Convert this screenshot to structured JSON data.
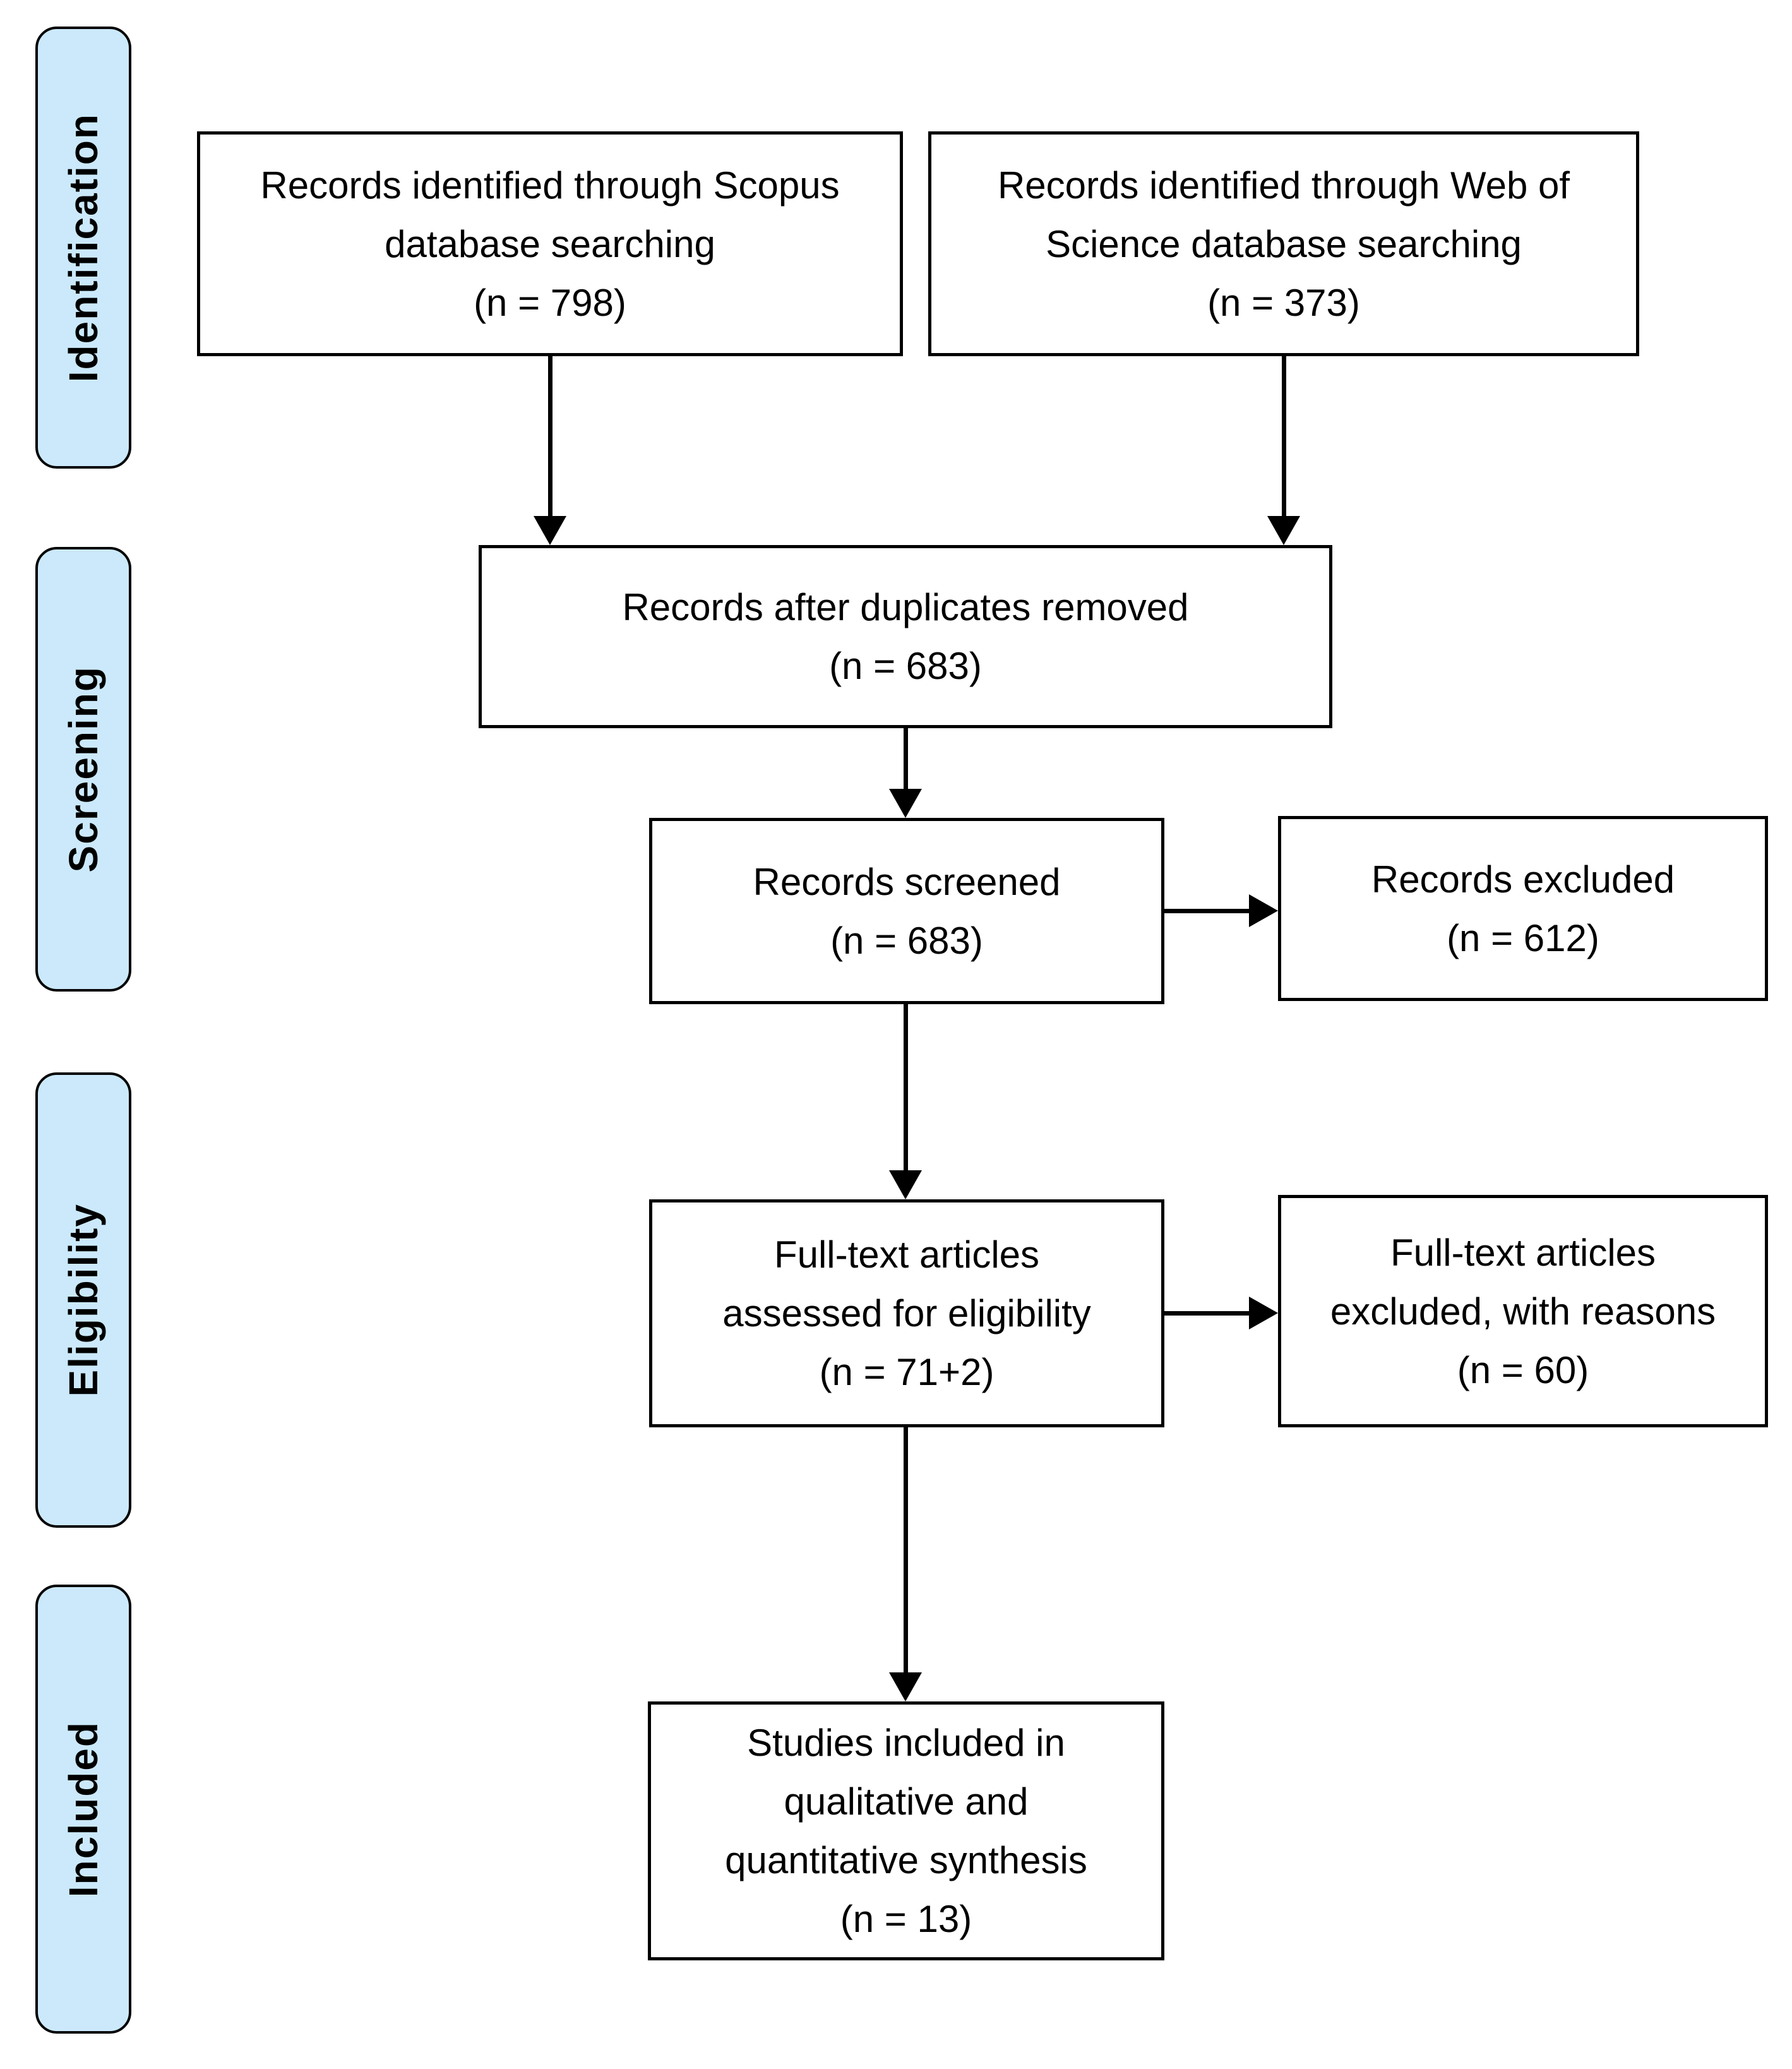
{
  "colors": {
    "stage_fill": "#cbe9fb",
    "box_background": "#ffffff",
    "line_and_border": "#000000"
  },
  "stages": {
    "identification": "Identification",
    "screening": "Screening",
    "eligibility": "Eligibility",
    "included": "Included"
  },
  "boxes": {
    "scopus": "Records identified through Scopus\ndatabase searching\n(n = 798)",
    "web_of_science": "Records identified through Web of\nScience database searching\n(n = 373)",
    "duplicates_removed": "Records after duplicates removed\n(n = 683)",
    "records_screened": "Records screened\n(n = 683)",
    "records_excluded": "Records excluded\n(n = 612)",
    "fulltext_assessed": "Full-text articles\nassessed for eligibility\n(n = 71+2)",
    "fulltext_excluded": "Full-text articles\nexcluded, with reasons\n(n = 60)",
    "studies_included": "Studies included in\nqualitative and\nquantitative synthesis\n(n = 13)"
  }
}
